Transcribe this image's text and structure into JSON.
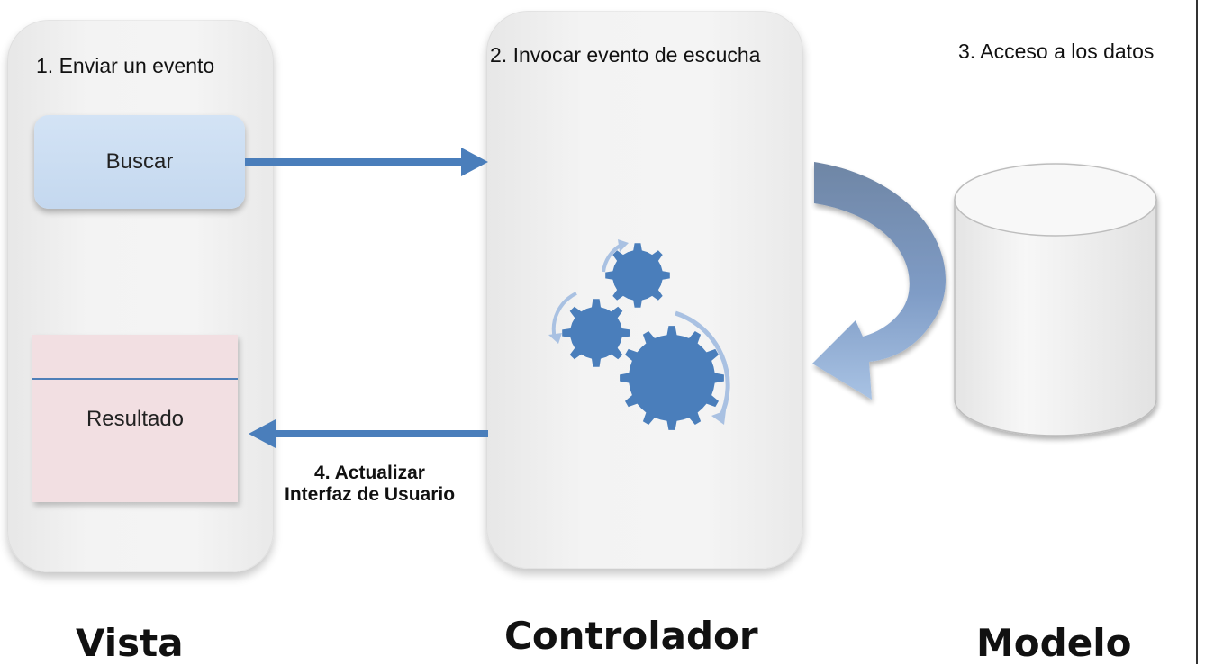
{
  "vista": {
    "step": "1. Enviar un evento",
    "button_label": "Buscar",
    "result_label": "Resultado",
    "title": "Vista"
  },
  "controlador": {
    "step": "2. Invocar evento de escucha",
    "title": "Controlador"
  },
  "modelo": {
    "step": "3. Acceso a los datos",
    "title": "Modelo"
  },
  "update": {
    "line1": "4. Actualizar",
    "line2": "Interfaz de Usuario"
  },
  "colors": {
    "arrow": "#4a7ebb",
    "gear": "#4a7ebb",
    "buscar_fill": "#c8dcf2",
    "resultado_fill": "#f2dfe2"
  },
  "icons": [
    "gears-icon",
    "database-cylinder-icon",
    "curved-arrow-icon"
  ]
}
